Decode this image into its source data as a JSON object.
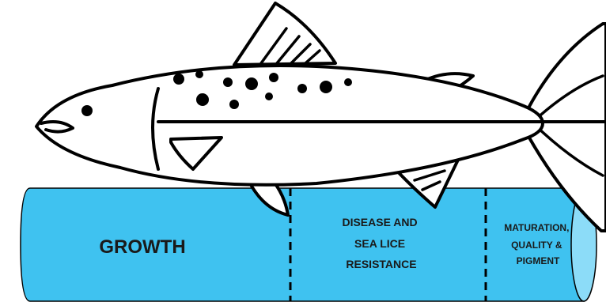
{
  "segments": [
    {
      "lines": [
        "GROWTH"
      ]
    },
    {
      "lines": [
        "DISEASE AND",
        "SEA LICE",
        "RESISTANCE"
      ]
    },
    {
      "lines": [
        "MATURATION,",
        "QUALITY &",
        "PIGMENT"
      ]
    }
  ],
  "colors": {
    "cylinder_fill": "#3fc2f0",
    "cylinder_end": "#7ad6f7",
    "outline": "#000000",
    "fish_fill": "#ffffff",
    "text": "#1a1a1a"
  }
}
